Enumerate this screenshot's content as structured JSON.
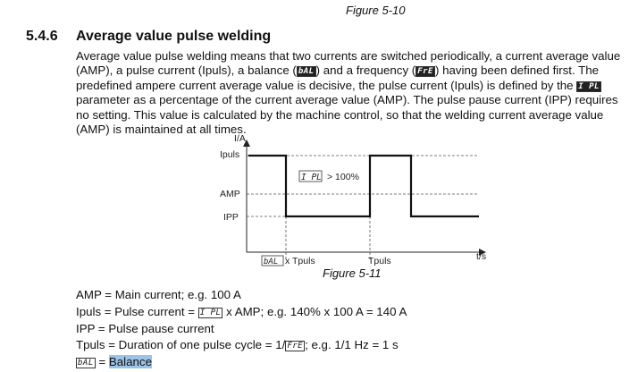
{
  "figure_top": "Figure 5-10",
  "section": {
    "number": "5.4.6",
    "title": "Average value pulse welding"
  },
  "paragraph": {
    "l1": "Average value pulse welding means that two currents are switched periodically, a current average value",
    "l2a": "(AMP), a pulse current (Ipuls), a balance (",
    "l2b": ") and a frequency (",
    "l2c": ") having been defined first. The",
    "l3a": "predefined ampere current average value is decisive, the pulse current (Ipuls) is defined by the ",
    "l4": "parameter as a percentage of the current average value (AMP). The pulse pause current (IPP) requires",
    "l5": "no setting. This value is calculated by the machine control, so that the welding current average value",
    "l6": "(AMP) is maintained at all times."
  },
  "codes": {
    "balance": "bAL",
    "frequency": "FrE",
    "ipl": "I PL"
  },
  "diagram": {
    "y_axis_label": "I/A",
    "x_axis_label": "t/s",
    "level_ipuls": "Ipuls",
    "level_amp": "AMP",
    "level_ipp": "IPP",
    "note_text": "> 100%",
    "x_tick_1": "x Tpuls",
    "x_tick_2": "Tpuls"
  },
  "figure_bottom": "Figure 5-11",
  "legend": {
    "amp": "AMP = Main current; e.g. 100 A",
    "ipuls_a": "Ipuls = Pulse current = ",
    "ipuls_b": " x AMP; e.g. 140% x 100 A = 140 A",
    "ipp": "IPP = Pulse pause current",
    "tpuls_a": "Tpuls = Duration of one pulse cycle = 1/",
    "tpuls_b": "; e.g. 1/1 Hz = 1 s",
    "bal_eq": " = ",
    "bal_word": "Balance"
  },
  "colors": {
    "highlight": "#9cc3e6"
  }
}
